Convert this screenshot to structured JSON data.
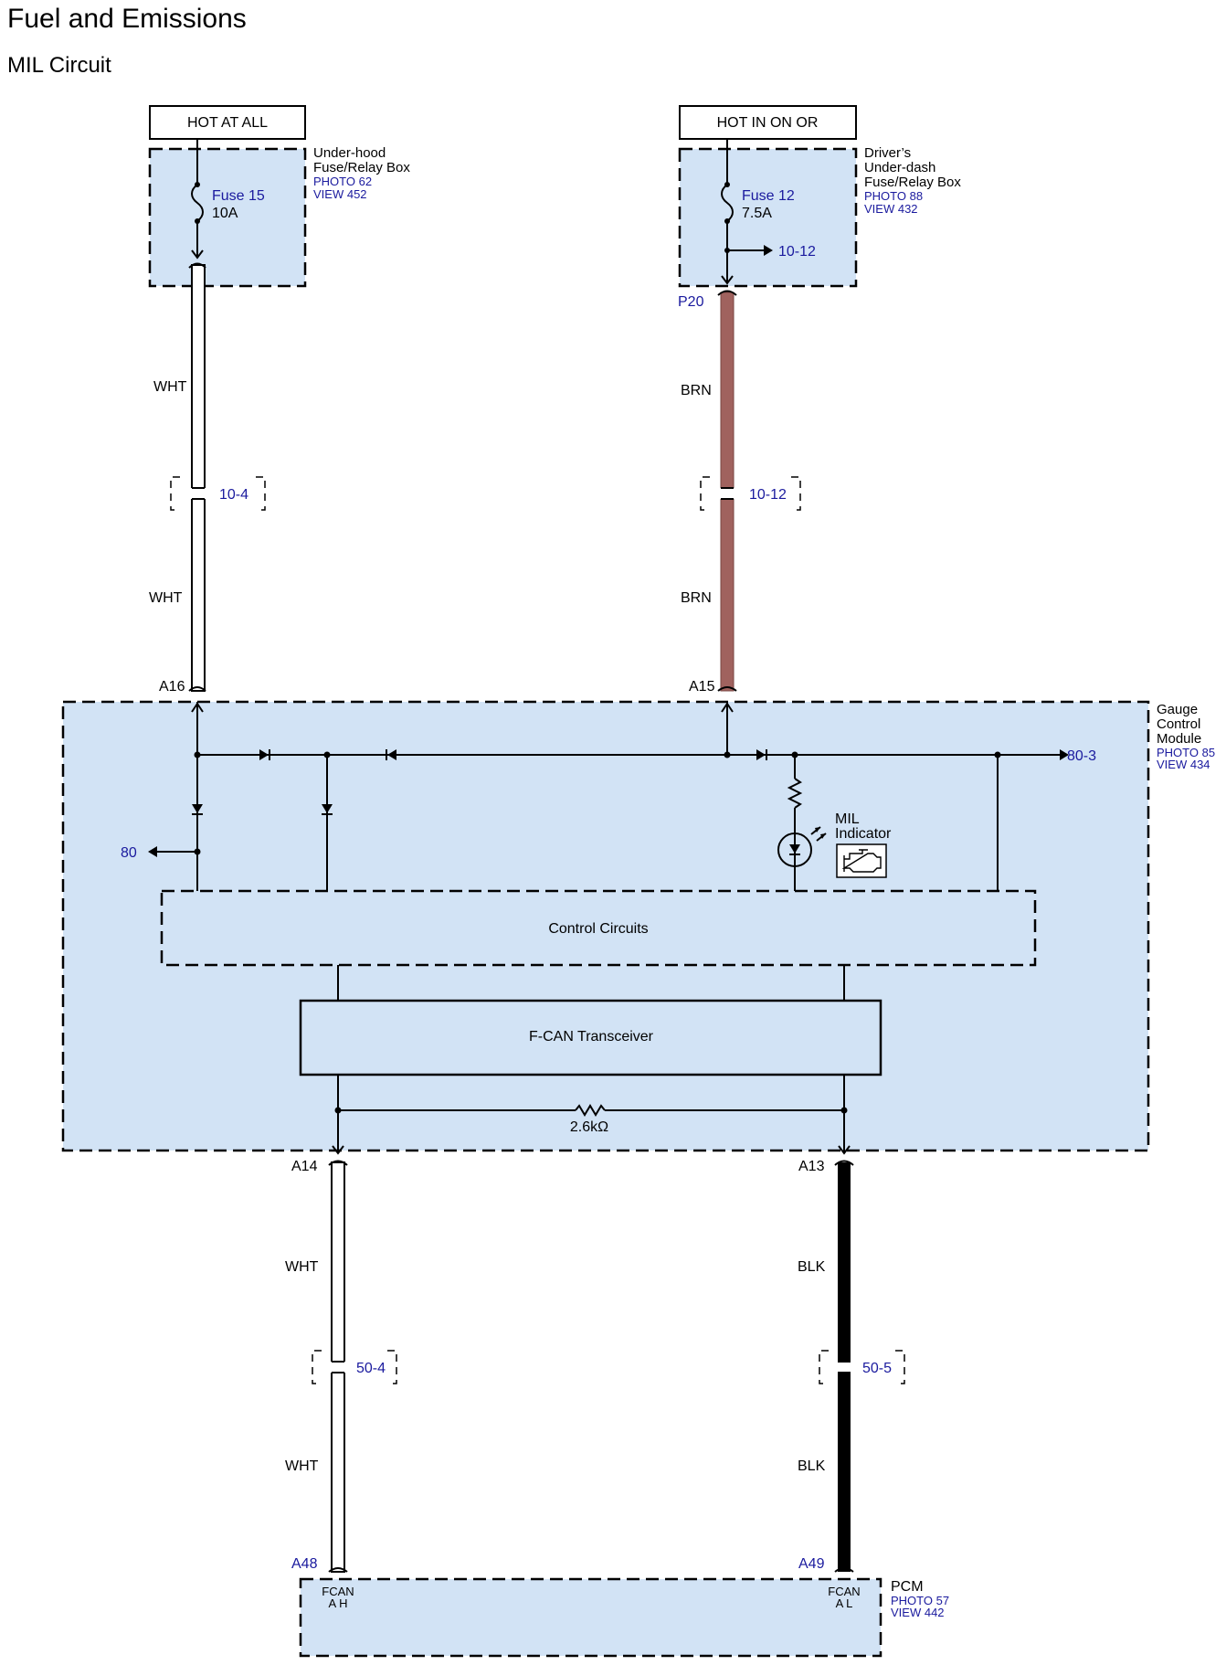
{
  "header": {
    "title": "Fuel and Emissions",
    "subtitle": "MIL Circuit"
  },
  "power_sources": {
    "left": "HOT AT ALL",
    "right": "HOT IN ON OR"
  },
  "underhood_box": {
    "name_line1": "Under-hood",
    "name_line2": "Fuse/Relay Box",
    "photo": "PHOTO 62",
    "view": "VIEW 452",
    "fuse_name": "Fuse 15",
    "fuse_rating": "10A"
  },
  "underdash_box": {
    "name_line1": "Driver’s",
    "name_line2": "Under-dash",
    "name_line3": "Fuse/Relay Box",
    "photo": "PHOTO 88",
    "view": "VIEW 432",
    "fuse_name": "Fuse 12",
    "fuse_rating": "7.5A",
    "branch_ref": "10-12",
    "connector": "P20"
  },
  "wires": {
    "left_upper_color": "WHT",
    "left_lower_color": "WHT",
    "left_splice": "10-4",
    "right_upper_color": "BRN",
    "right_lower_color": "BRN",
    "right_splice": "10-12",
    "fcanh_upper_color": "WHT",
    "fcanh_lower_color": "WHT",
    "fcanh_splice": "50-4",
    "fcanl_upper_color": "BLK",
    "fcanl_lower_color": "BLK",
    "fcanl_splice": "50-5",
    "colors": {
      "WHT": "#ffffff",
      "BRN": "#a0625e",
      "BLK": "#000000"
    }
  },
  "gauge_module": {
    "name_line1": "Gauge",
    "name_line2": "Control",
    "name_line3": "Module",
    "photo": "PHOTO 85",
    "view": "VIEW 434",
    "pin_a16": "A16",
    "pin_a15": "A15",
    "pin_a14": "A14",
    "pin_a13": "A13",
    "out_right_ref": "80-3",
    "out_left_ref": "80",
    "mil_line1": "MIL",
    "mil_line2": "Indicator",
    "mil_icon": "engine-check-icon",
    "control_circuits": "Control Circuits",
    "fcan_transceiver": "F-CAN Transceiver",
    "resistor": "2.6kΩ"
  },
  "pcm": {
    "name": "PCM",
    "photo": "PHOTO 57",
    "view": "VIEW 442",
    "pin_a48": "A48",
    "pin_a49": "A49",
    "fcanh_line1": "FCAN",
    "fcanh_line2": "A H",
    "fcanl_line1": "FCAN",
    "fcanl_line2": "A L"
  },
  "theme": {
    "module_fill": "#d2e3f5",
    "link_text": "#1a1a9e"
  }
}
